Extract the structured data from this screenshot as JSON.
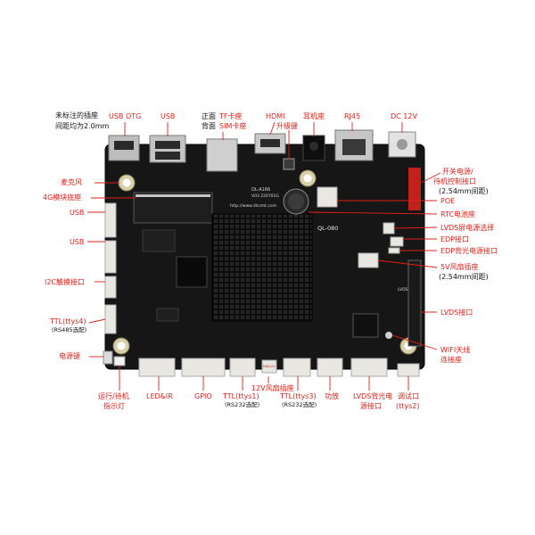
{
  "colors": {
    "board": "#161616",
    "heatsink": "#0c0c0c",
    "label": "#e0201a",
    "note": "#111111",
    "connector_white": "#e9e7e2",
    "metal": "#c9c9c9"
  },
  "note": {
    "line1": "未标注的插座",
    "line2": "间距均为2.0mm"
  },
  "labels": {
    "usb_otg": "USB OTG",
    "usb_top": "USB",
    "front_back_1": "正面",
    "front_back_2": "背面",
    "tf_sim_1": "TF卡座",
    "tf_sim_2": "SIM卡座",
    "hdmi": "HDMI",
    "upgrade_key": "升级键",
    "earphone": "耳机座",
    "rj45": "RJ45",
    "dc12v": "DC 12V",
    "switch_power_1": "开关电源/",
    "switch_power_2": "待机控制接口",
    "switch_power_3": "(2.54mm间距)",
    "mic": "麦克风",
    "module_4g": "4G模块底座",
    "usb_left_1": "USB",
    "usb_left_2": "USB",
    "poe": "POE",
    "rtc": "RTC电池座",
    "lvds_power_sel": "LVDS屏电源选择",
    "edp": "EDP接口",
    "edp_backlight": "EDP背光电源接口",
    "fan5v_1": "5V风扇插座",
    "fan5v_2": "(2.54mm间距)",
    "i2c": "I2C触摸接口",
    "ttl4_1": "TTL(ttys4)",
    "ttl4_2": "(RS485选配)",
    "lvds": "LVDS接口",
    "power_key": "电源键",
    "wifi_1": "WIFI天线",
    "wifi_2": "连接座",
    "fan12v": "12V风扇插座",
    "run_standby_1": "运行/待机",
    "run_standby_2": "指示灯",
    "led_ir": "LED&IR",
    "gpio": "GPIO",
    "ttl1_1": "TTL(ttys1)",
    "ttl1_2": "(RS232选配)",
    "ttl3_1": "TTL(ttys3)",
    "ttl3_2": "(RS232选配)",
    "amp": "功放",
    "lvds_backlight_1": "LVDS背光电",
    "lvds_backlight_2": "源接口",
    "debug_1": "调试口",
    "debug_2": "(ttys2)"
  },
  "board_silk": {
    "model": "QL-080",
    "board_id": "DL-A166",
    "version": "V03 220701G",
    "url": "http://www.dlcsmt.com",
    "lvds_mark": "LVDS",
    "fan_mark": "FAN12V"
  }
}
